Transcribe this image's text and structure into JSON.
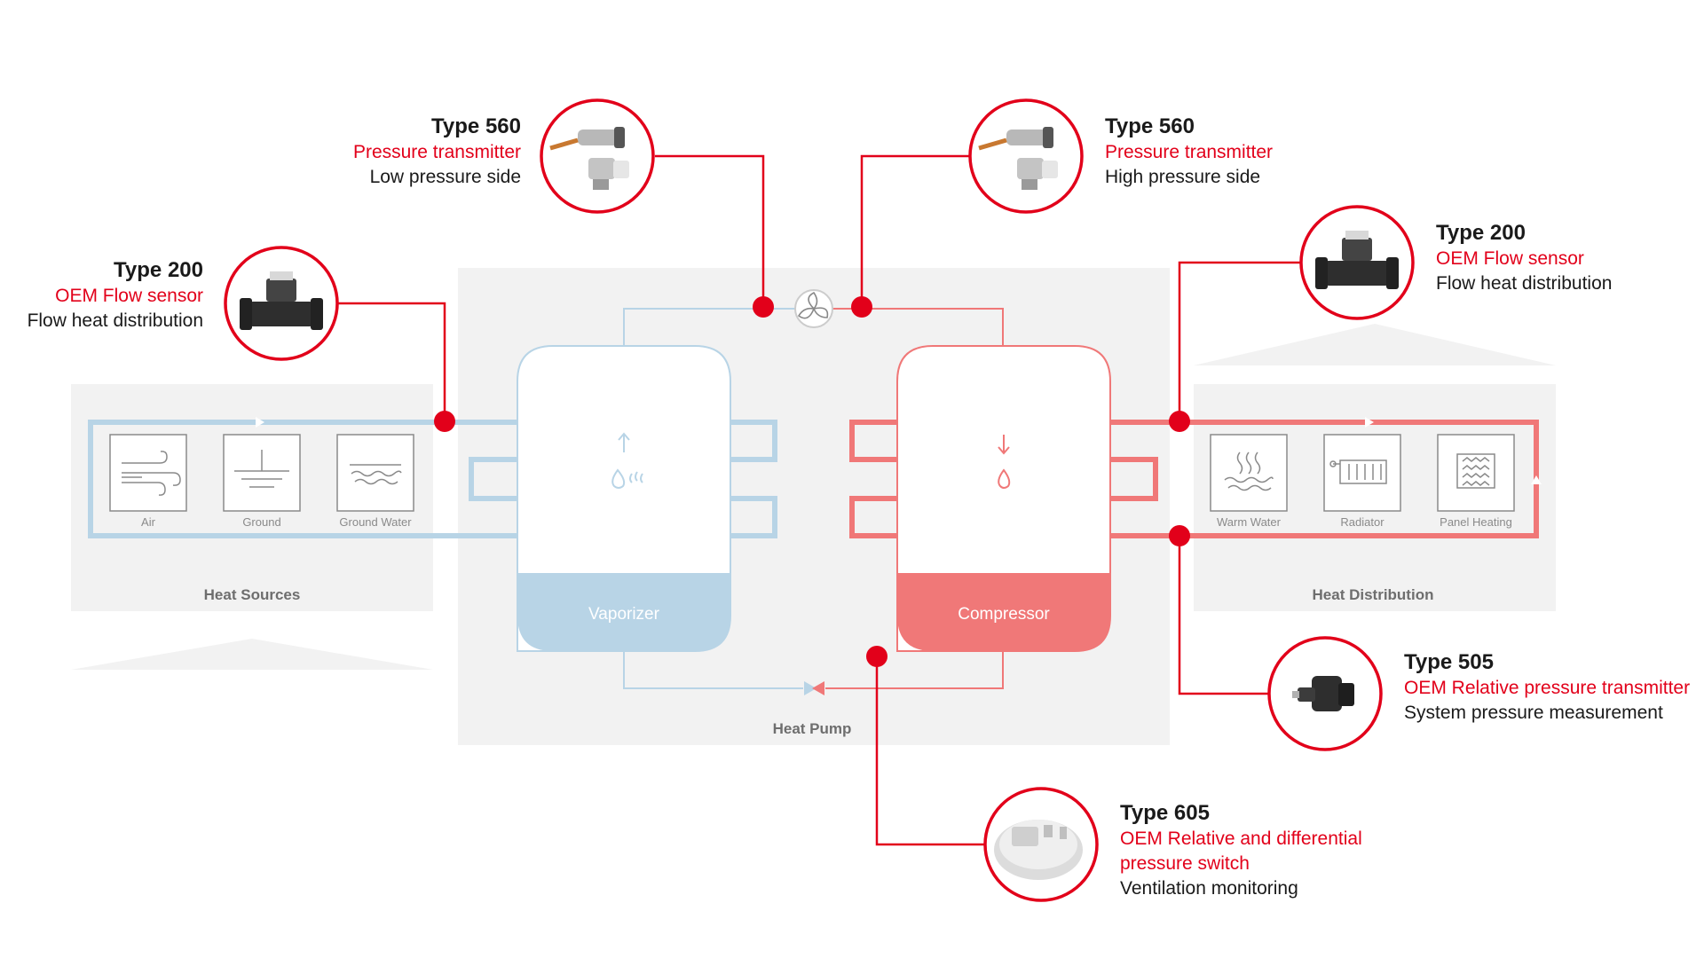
{
  "sections": {
    "heat_sources": "Heat Sources",
    "heat_pump": "Heat Pump",
    "heat_distribution": "Heat Distribution"
  },
  "sources": [
    "Air",
    "Ground",
    "Ground Water"
  ],
  "distribution": [
    "Warm Water",
    "Radiator",
    "Panel Heating"
  ],
  "vessels": {
    "vaporizer": "Vaporizer",
    "compressor": "Compressor"
  },
  "sensors": {
    "flow_left": {
      "type": "Type 200",
      "name": "OEM Flow sensor",
      "desc": "Flow heat distribution"
    },
    "pt_low": {
      "type": "Type 560",
      "name": "Pressure transmitter",
      "desc": "Low pressure side"
    },
    "pt_high": {
      "type": "Type 560",
      "name": "Pressure transmitter",
      "desc": "High pressure side"
    },
    "flow_right": {
      "type": "Type 200",
      "name": "OEM Flow sensor",
      "desc": "Flow heat distribution"
    },
    "rel_505": {
      "type": "Type 505",
      "name": "OEM Relative pressure transmitter",
      "desc": "System pressure measurement"
    },
    "switch_605": {
      "type": "Type 605",
      "name_line1": "OEM Relative and differential",
      "name_line2": "pressure switch",
      "desc": "Ventilation monitoring"
    }
  },
  "colors": {
    "accent_red": "#e2001a",
    "cold_blue": "#b8d4e6",
    "hot_red": "#f07878",
    "panel_grey": "#f2f2f2"
  }
}
